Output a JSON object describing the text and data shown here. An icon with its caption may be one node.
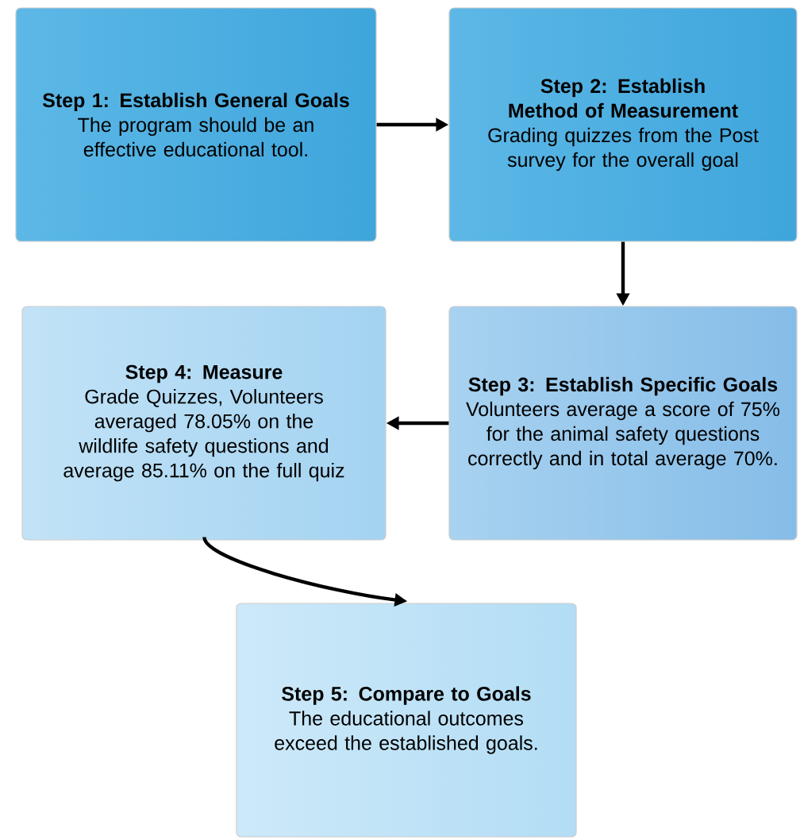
{
  "diagram": {
    "nodes": [
      {
        "text": [
          "Step 1: Establish General Goals",
          "The program should be an effective educational tool."
        ]
      },
      {
        "text": [
          "Step 2: Establish Method of Measurement",
          "Grading quizzes from the Post survey for the overall goal"
        ]
      },
      {
        "text": [
          "Step 3: Establish Specific Goals",
          "Volunteers average a score of 75% for the animal safety questions correctly and in total average 70%."
        ]
      },
      {
        "text": [
          "Step 4: Measure",
          "Grade Quizzes, Volunteers averaged 78.05% on the wildlife safety questions and average 85.11% on the full quiz"
        ]
      },
      {
        "text": [
          "Step 5: Compare to Goals",
          "The educational outcomes exceed the established goals."
        ]
      }
    ],
    "edges": [
      {
        "from": 0,
        "to": 1,
        "arrow": "to"
      },
      {
        "from": 1,
        "to": 2,
        "arrow": "to"
      },
      {
        "from": 2,
        "to": 3,
        "arrow": "to"
      },
      {
        "from": 3,
        "to": 4,
        "arrow": "to"
      }
    ]
  }
}
